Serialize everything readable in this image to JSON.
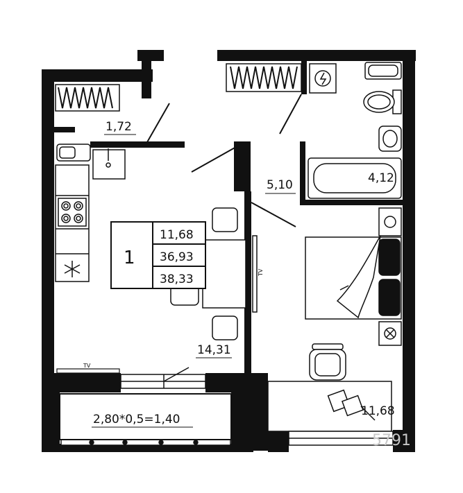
{
  "plan": {
    "room_count": "1",
    "living_area": "11,68",
    "living_total": "36,93",
    "total_area": "38,33",
    "kitchen_area": "14,31",
    "closet_area": "1,72",
    "hall_area": "5,10",
    "bath_area": "4,12",
    "bedroom_area": "11,68",
    "balcony_formula": "2,80*0,5=1,40",
    "tv_label_1": "TV",
    "tv_label_2": "TV",
    "watermark_digits": "5791"
  }
}
